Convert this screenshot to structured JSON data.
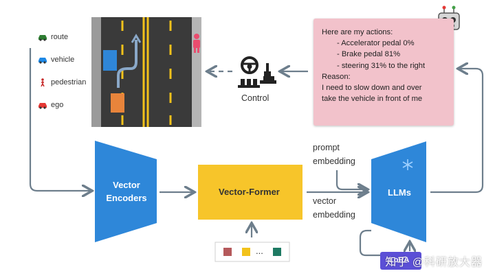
{
  "legend": {
    "items": [
      {
        "label": "route",
        "icon": "car-icon",
        "color": "#2e7d32"
      },
      {
        "label": "vehicle",
        "icon": "car-icon",
        "color": "#1e88e5"
      },
      {
        "label": "pedestrian",
        "icon": "pedestrian-icon",
        "color": "#c62828"
      },
      {
        "label": "ego",
        "icon": "car-icon",
        "color": "#e53935"
      }
    ]
  },
  "control": {
    "label": "Control"
  },
  "actions": {
    "heading": "Here are my actions:",
    "items": [
      "- Accelerator pedal 0%",
      "- Brake pedal 81%",
      "- steering 31% to the right"
    ],
    "reason_heading": "Reason:",
    "reason_lines": [
      "I need to slow down and over",
      "take the vehicle in front of me"
    ]
  },
  "blocks": {
    "encoder_lines": [
      "Vector",
      "Encoders"
    ],
    "former": "Vector-Former",
    "llm": "LLMs"
  },
  "labels": {
    "prompt_lines": [
      "prompt",
      "embedding"
    ],
    "vector_lines": [
      "vector",
      "embedding"
    ]
  },
  "tokens": {
    "ellipsis": "..."
  },
  "lora": {
    "label": "LoRA"
  },
  "watermark": "知乎 @科研放大器",
  "colors": {
    "encoder": "#2e87d9",
    "former": "#f7c52a",
    "llm": "#2e87d9",
    "bubble": "#f2c2cb",
    "arrow": "#6d7e8c",
    "lora": "#5b4fd6",
    "road": "#3a3a3a",
    "vehicle": "#2f86d8",
    "ego": "#e8843b",
    "pedestrian": "#e94c6e"
  }
}
